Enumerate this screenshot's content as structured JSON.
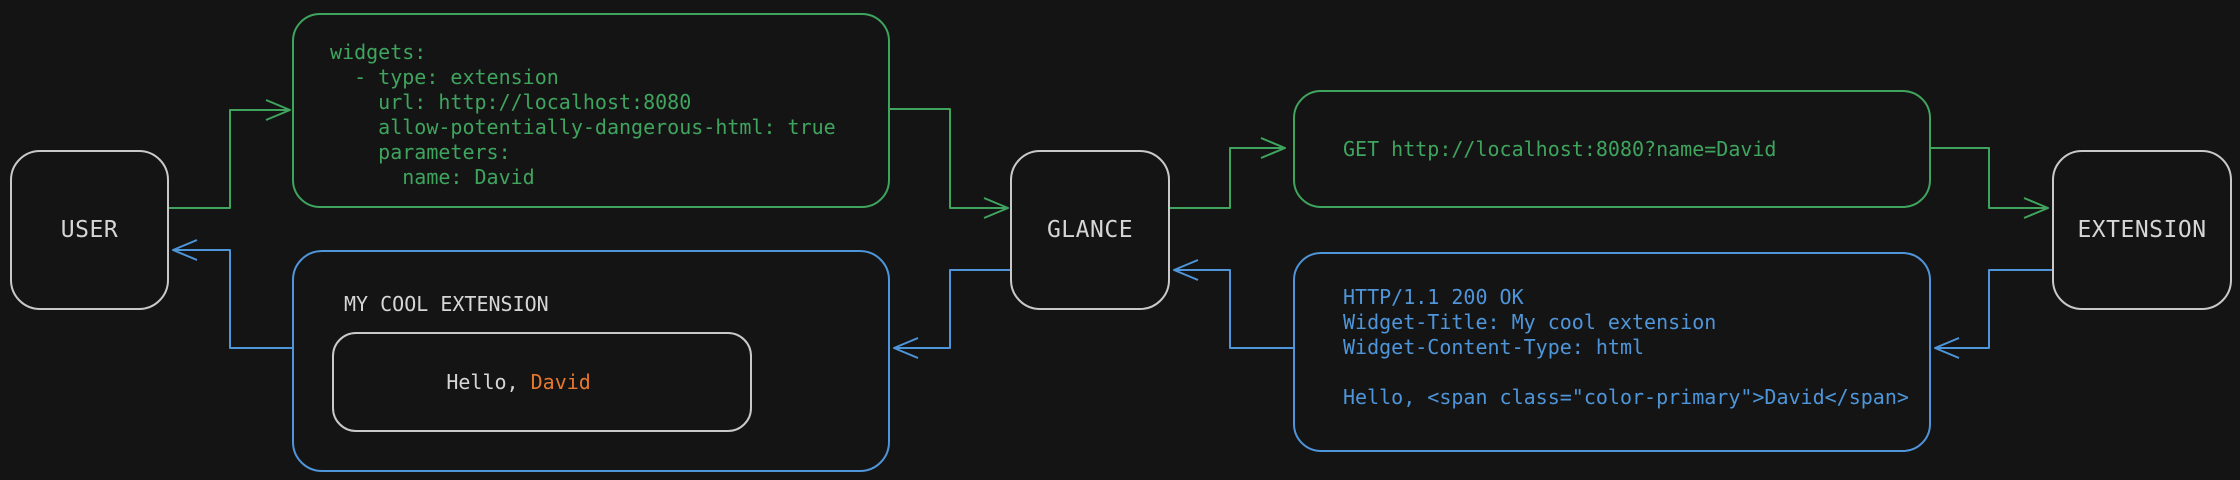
{
  "diagram": {
    "nodes": {
      "user": {
        "label": "USER"
      },
      "glance": {
        "label": "GLANCE"
      },
      "extension": {
        "label": "EXTENSION"
      }
    },
    "config_box": {
      "lines": [
        "widgets:",
        "  - type: extension",
        "    url: http://localhost:8080",
        "    allow-potentially-dangerous-html: true",
        "    parameters:",
        "      name: David"
      ]
    },
    "request_box": {
      "text": "GET http://localhost:8080?name=David"
    },
    "response_box": {
      "lines": [
        "HTTP/1.1 200 OK",
        "Widget-Title: My cool extension",
        "Widget-Content-Type: html",
        "",
        "Hello, <span class=\"color-primary\">David</span>"
      ]
    },
    "widget_preview": {
      "title": "MY COOL EXTENSION",
      "greeting_prefix": "Hello, ",
      "greeting_name": "David"
    },
    "colors": {
      "background": "#141414",
      "request_flow_green": "#3fa45e",
      "response_flow_blue": "#4e95d9",
      "node_border_gray": "#c9c9c9",
      "text_gray": "#d6d6d6",
      "accent_orange": "#e6772e"
    }
  }
}
